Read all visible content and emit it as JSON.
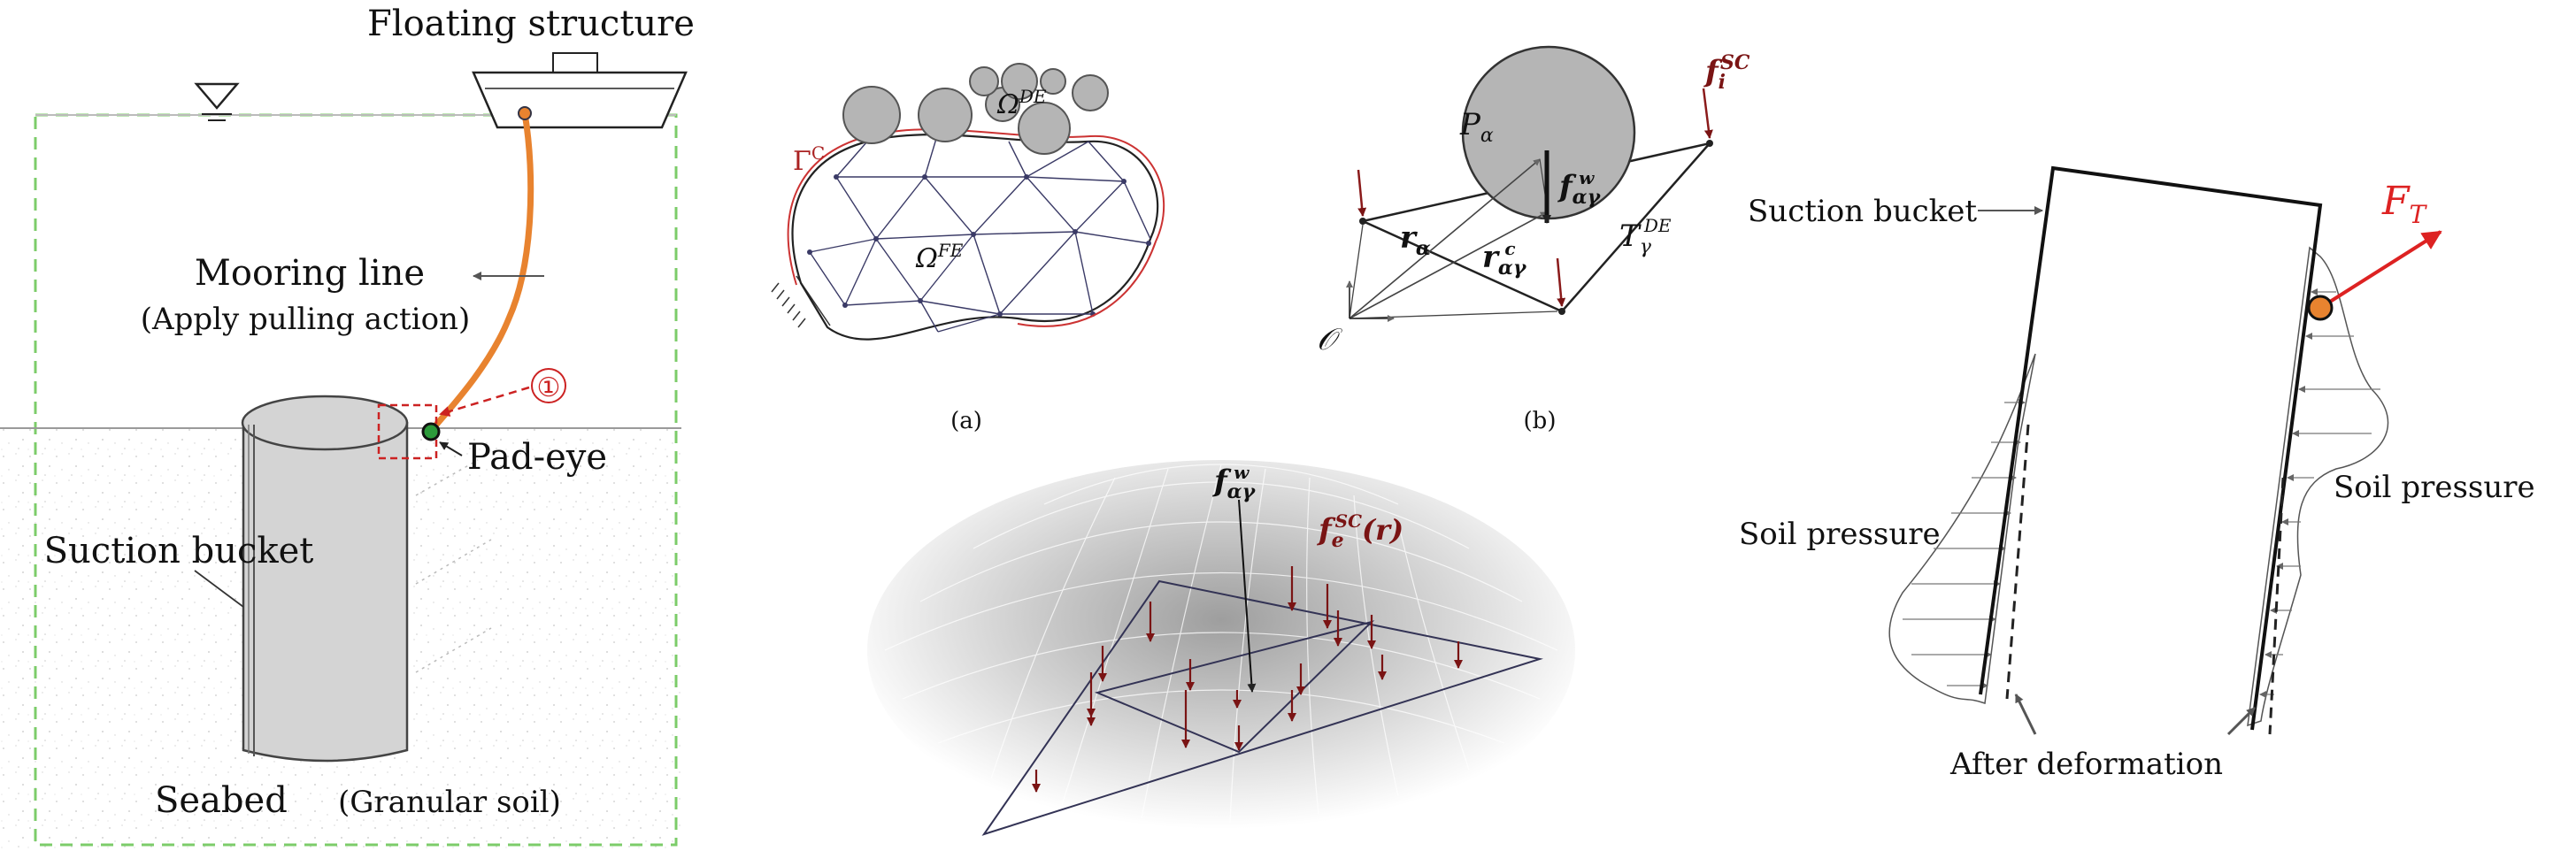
{
  "panel_left": {
    "floating_structure": "Floating structure",
    "mooring_line": "Mooring line",
    "apply_pulling": "(Apply pulling action)",
    "marker_one": "①",
    "pad_eye": "Pad-eye",
    "suction_bucket": "Suction bucket",
    "seabed": "Seabed",
    "granular_soil": "(Granular soil)",
    "colors": {
      "mooring": "#e8832f",
      "frame": "#7ccc6a",
      "marker": "#cc2222"
    }
  },
  "panel_a": {
    "omega_de": "Ω",
    "omega_de_sup": "DE",
    "gamma_c": "Γ",
    "gamma_c_sup": "C",
    "omega_fe": "Ω",
    "omega_fe_sup": "FE",
    "caption": "(a)"
  },
  "panel_b": {
    "f_sc": "f",
    "f_sc_sub": "i",
    "f_sc_sup": "SC",
    "p_alpha": "P",
    "p_alpha_sub": "α",
    "f_w": "f",
    "f_w_sub": "αγ",
    "f_w_sup": "w",
    "r_alpha": "r",
    "r_alpha_sub": "α",
    "t_de": "T",
    "t_de_sub": "γ",
    "t_de_sup": "DE",
    "r_c": "r",
    "r_c_sub": "αγ",
    "r_c_sup": "c",
    "origin": "𝒪",
    "caption": "(b)"
  },
  "panel_c": {
    "f_w": "f",
    "f_w_sub": "αγ",
    "f_w_sup": "w",
    "f_sc_e": "f",
    "f_sc_e_sub": "e",
    "f_sc_e_sup": "SC",
    "f_sc_e_arg": "(r)"
  },
  "panel_right": {
    "suction_bucket": "Suction bucket",
    "f_t": "F",
    "f_t_sub": "T",
    "soil_pressure_left": "Soil pressure",
    "soil_pressure_right": "Soil pressure",
    "after_deformation": "After deformation",
    "colors": {
      "force": "#dd2222",
      "pad": "#e8832f"
    }
  }
}
